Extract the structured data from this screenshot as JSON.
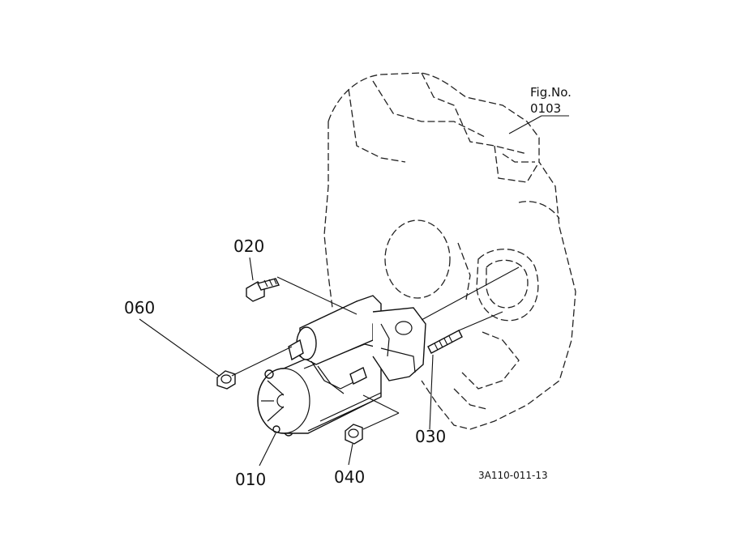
{
  "figure": {
    "fig_label": "Fig.No.",
    "fig_number": "0103",
    "drawing_code": "3A110-011-13"
  },
  "callouts": [
    {
      "id": "020",
      "text": "020"
    },
    {
      "id": "060",
      "text": "060"
    },
    {
      "id": "030",
      "text": "030"
    },
    {
      "id": "010",
      "text": "010"
    },
    {
      "id": "040",
      "text": "040"
    }
  ]
}
